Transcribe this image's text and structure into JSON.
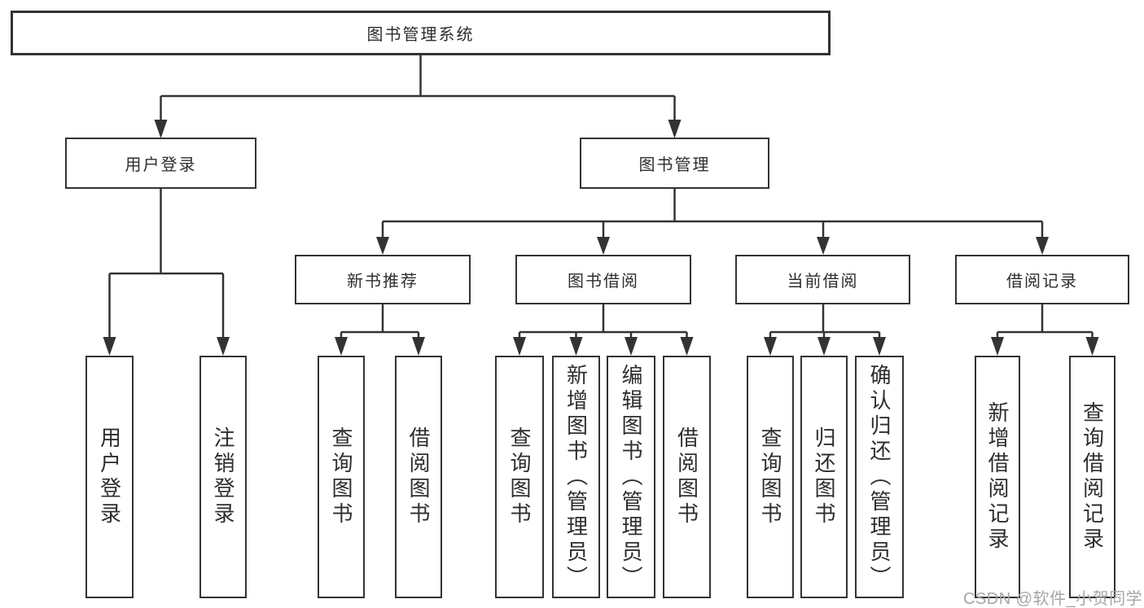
{
  "diagram": {
    "root": "图书管理系统",
    "branches": {
      "user": {
        "label": "用户登录",
        "children": [
          "用户登录",
          "注销登录"
        ]
      },
      "book": {
        "label": "图书管理",
        "groups": [
          {
            "label": "新书推荐",
            "children": [
              "查询图书",
              "借阅图书"
            ]
          },
          {
            "label": "图书借阅",
            "children": [
              "查询图书",
              "新增图书（管理员）",
              "编辑图书（管理员）",
              "借阅图书"
            ]
          },
          {
            "label": "当前借阅",
            "children": [
              "查询图书",
              "归还图书",
              "确认归还（管理员）"
            ]
          },
          {
            "label": "借阅记录",
            "children": [
              "新增借阅记录",
              "查询借阅记录"
            ]
          }
        ]
      }
    }
  },
  "watermark": {
    "text": "CSDN @软件_小贺同学"
  },
  "colors": {
    "line": "#333333",
    "text": "#2e2e2e",
    "watermark": "#a6a6a6",
    "background": "#ffffff"
  }
}
